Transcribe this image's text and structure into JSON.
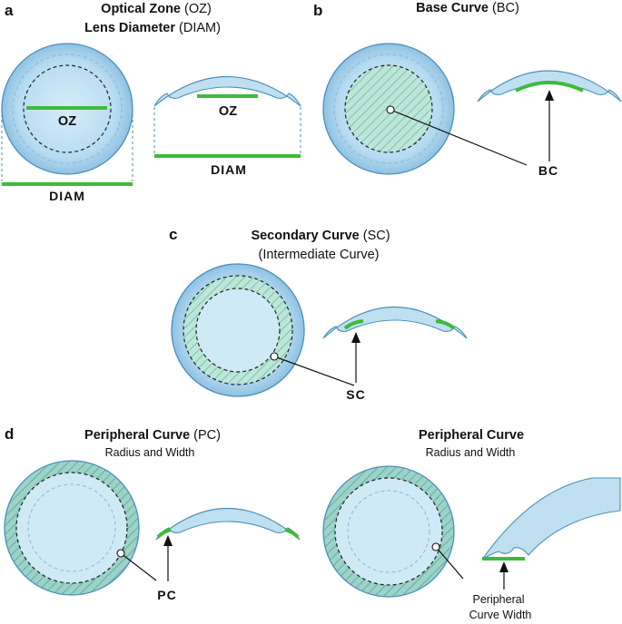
{
  "panels": {
    "a": {
      "letter": "a",
      "title1_bold": "Optical Zone",
      "title1_rest": " (OZ)",
      "title2_bold": "Lens Diameter",
      "title2_rest": " (DIAM)",
      "label_oz_front": "OZ",
      "label_diam_front": "DIAM",
      "label_oz_section": "OZ",
      "label_diam_section": "DIAM"
    },
    "b": {
      "letter": "b",
      "title_bold": "Base Curve",
      "title_rest": " (BC)",
      "label": "BC"
    },
    "c": {
      "letter": "c",
      "title_bold": "Secondary Curve",
      "title_rest": " (SC)",
      "subtitle": "(Intermediate Curve)",
      "label": "SC"
    },
    "d": {
      "letter": "d",
      "left_title_bold": "Peripheral Curve",
      "left_title_rest": " (PC)",
      "left_subtitle": "Radius and Width",
      "left_label": "PC",
      "right_title": "Peripheral Curve",
      "right_subtitle": "Radius and Width",
      "right_label_line1": "Peripheral",
      "right_label_line2": "Curve Width"
    }
  },
  "colors": {
    "lens_fill": "#a9d3ec",
    "lens_inner": "#cfe9f7",
    "lens_stroke": "#4a8fba",
    "highlight_green": "#3dbb3a",
    "hatch_green": "#7ccf91"
  }
}
